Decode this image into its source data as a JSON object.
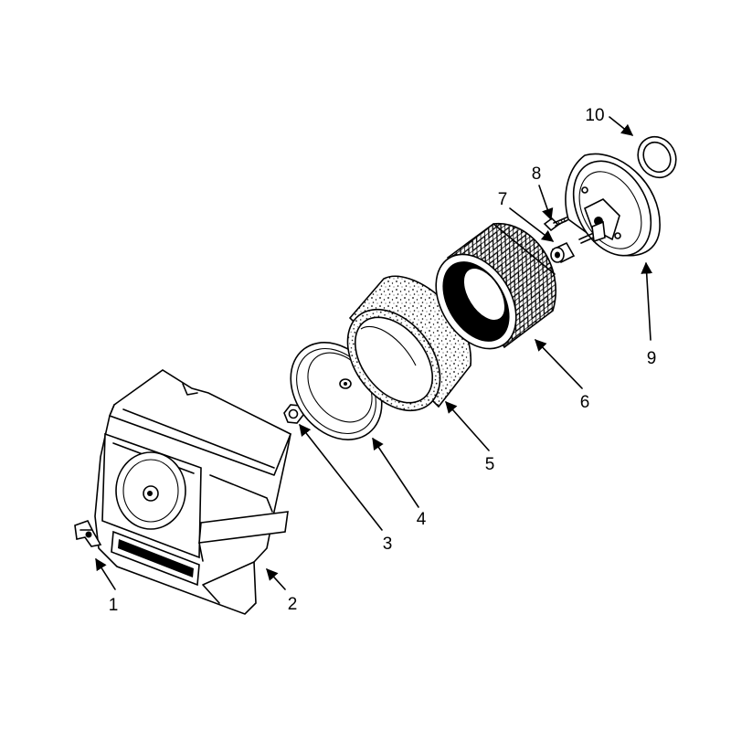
{
  "callouts": [
    {
      "id": "1",
      "part": "wing-nut"
    },
    {
      "id": "2",
      "part": "air-cleaner-cover"
    },
    {
      "id": "3",
      "part": "hex-nut"
    },
    {
      "id": "4",
      "part": "cover-plate"
    },
    {
      "id": "5",
      "part": "foam-precleaner"
    },
    {
      "id": "6",
      "part": "paper-filter-element"
    },
    {
      "id": "7",
      "part": "spacer"
    },
    {
      "id": "8",
      "part": "screw"
    },
    {
      "id": "9",
      "part": "base-plate"
    },
    {
      "id": "10",
      "part": "gasket"
    }
  ],
  "colors": {
    "ink": "#000000",
    "paper": "#ffffff"
  }
}
